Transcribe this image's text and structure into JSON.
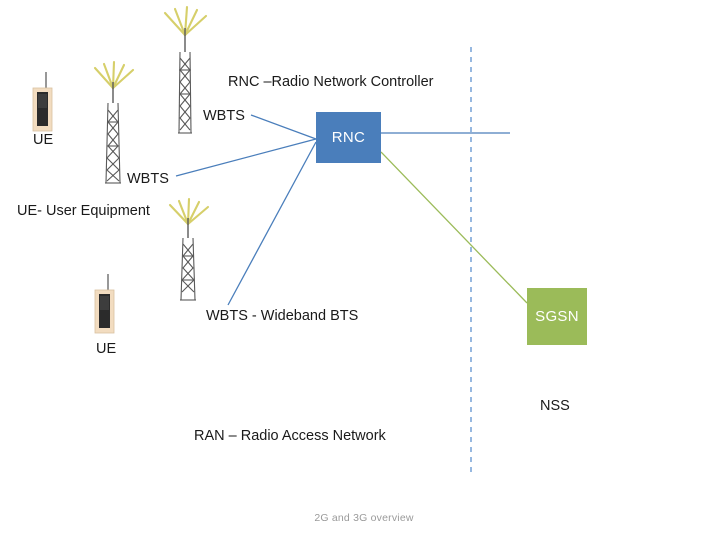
{
  "diagram": {
    "title_caption": "2G and 3G overview",
    "nodes": {
      "rnc": {
        "label": "RNC",
        "color": "#4a7ebb",
        "text_color": "#ffffff"
      },
      "sgsn": {
        "label": "SGSN",
        "color": "#9bbb59",
        "text_color": "#ffffff"
      }
    },
    "legends": {
      "rnc_expansion": "RNC –Radio Network Controller",
      "ue_expansion": "UE- User Equipment",
      "wbts_expansion": "WBTS - Wideband BTS",
      "ran_expansion": "RAN – Radio Access Network",
      "nss_label": "NSS"
    },
    "element_labels": {
      "wbts_top": "WBTS",
      "wbts_left": "WBTS",
      "ue_top": "UE",
      "ue_bottom": "UE"
    },
    "colors": {
      "link_blue": "#4a7ebb",
      "link_green": "#9bbb59",
      "divider_dashed": "#7da7d9",
      "tower_metal": "#595959",
      "antenna_wave": "#d6cf6a",
      "handset_body": "#f2dcc0",
      "handset_screen": "#2b2b2b",
      "caption_gray": "#9a9a9a"
    },
    "icons": {
      "tower": "cell-tower-icon",
      "handset": "mobile-phone-icon"
    }
  }
}
